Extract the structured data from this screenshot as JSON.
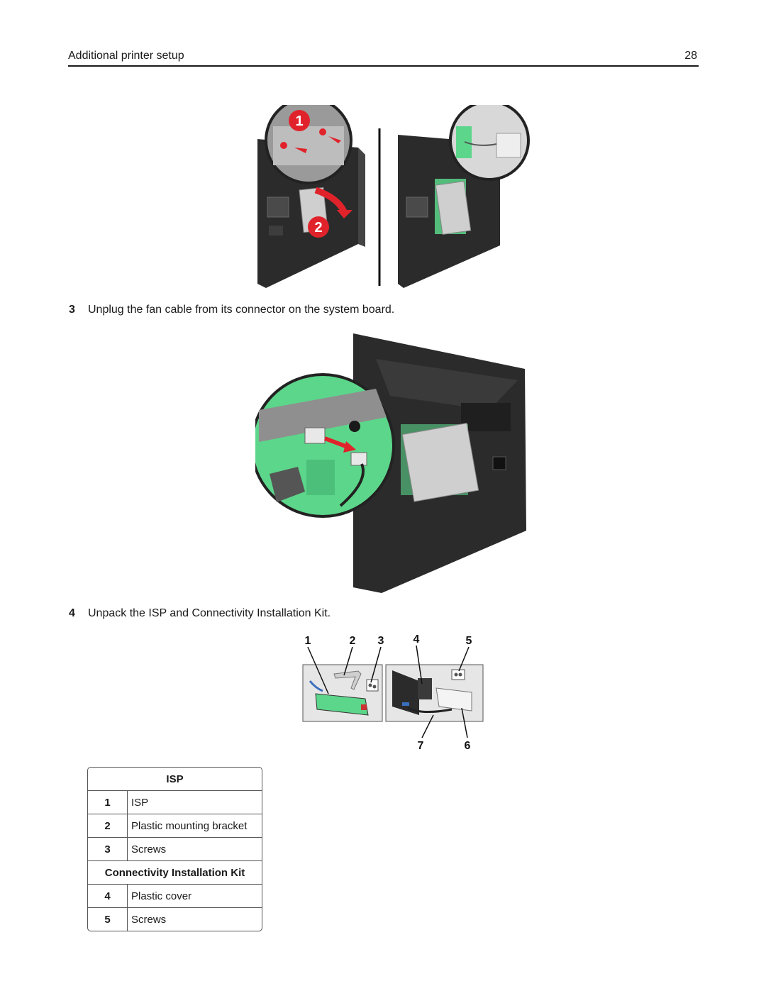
{
  "header": {
    "title": "Additional printer setup",
    "page_number": "28"
  },
  "figure1": {
    "callouts": [
      "1",
      "2"
    ]
  },
  "step3": {
    "number": "3",
    "text": "Unplug the fan cable from its connector on the system board."
  },
  "step4": {
    "number": "4",
    "text": "Unpack the ISP and Connectivity Installation Kit."
  },
  "figure3": {
    "callouts": [
      "1",
      "2",
      "3",
      "4",
      "5",
      "7",
      "6"
    ]
  },
  "table": {
    "section1_title": "ISP",
    "section1_rows": [
      {
        "num": "1",
        "label": "ISP"
      },
      {
        "num": "2",
        "label": "Plastic mounting bracket"
      },
      {
        "num": "3",
        "label": "Screws"
      }
    ],
    "section2_title": "Connectivity Installation Kit",
    "section2_rows": [
      {
        "num": "4",
        "label": "Plastic cover"
      },
      {
        "num": "5",
        "label": "Screws"
      }
    ]
  },
  "colors": {
    "printer": "#2b2b2b",
    "board": "#5cd68a",
    "arrow": "#e0232b",
    "magnifier_bg": "#9a9a9a"
  }
}
